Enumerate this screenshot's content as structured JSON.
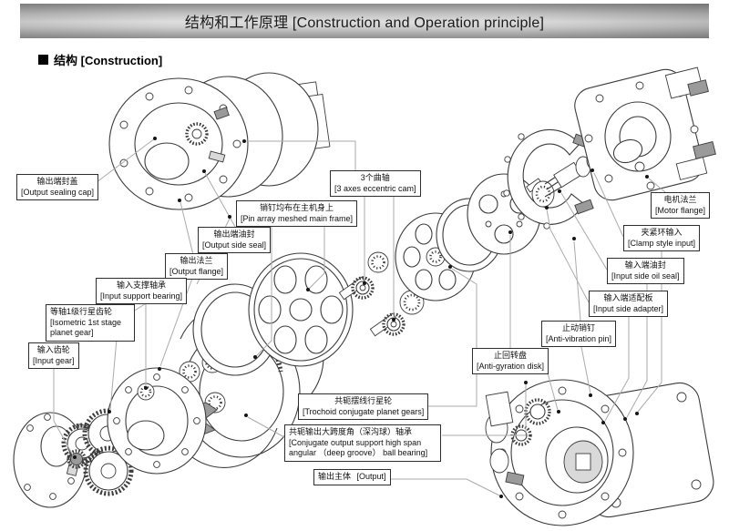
{
  "title_bar": {
    "text": "结构和工作原理 [Construction and Operation principle]"
  },
  "section_header": {
    "marker": "■",
    "text": "结构 [Construction]"
  },
  "colors": {
    "titlebar_text": "#1a1a1a",
    "drawing_line": "#3c3c3c",
    "leader_line": "#ababab",
    "label_border": "#2e2e2e",
    "label_bg": "#ffffff"
  },
  "diagram": {
    "labels": [
      {
        "id": "output-sealing-cap",
        "zh": "输出端封盖",
        "en": "[Output sealing cap]"
      },
      {
        "id": "pin-array-frame",
        "zh": "销钉均布在主机身上",
        "en": "[Pin array meshed main frame]"
      },
      {
        "id": "eccentric-cam",
        "zh": "3个曲轴",
        "en": "[3 axes eccentric cam]"
      },
      {
        "id": "output-side-seal",
        "zh": "输出端油封",
        "en": "[Output side seal]"
      },
      {
        "id": "output-flange",
        "zh": "输出法兰",
        "en": "[Output flange]"
      },
      {
        "id": "input-support-bearing",
        "zh": "输入支撑轴承",
        "en": "[Input support bearing]"
      },
      {
        "id": "isometric-planet-gear",
        "zh": "等轴1级行星齿轮",
        "en": "[Isometric 1st stage planet gear]"
      },
      {
        "id": "input-gear",
        "zh": "输入齿轮",
        "en": "[Input gear]"
      },
      {
        "id": "motor-flange",
        "zh": "电机法兰",
        "en": "[Motor flange]"
      },
      {
        "id": "clamp-style-input",
        "zh": "夹紧环输入",
        "en": "[Clamp style input]"
      },
      {
        "id": "input-side-oil-seal",
        "zh": "输入端油封",
        "en": "[Input side oil seal]"
      },
      {
        "id": "input-side-adapter",
        "zh": "输入端适配板",
        "en": "[Input side adapter]"
      },
      {
        "id": "anti-vibration-pin",
        "zh": "止动销钉",
        "en": "[Anti-vibration pin]"
      },
      {
        "id": "anti-gyration-disk",
        "zh": "止回转盘",
        "en": "[Anti-gyration disk]"
      },
      {
        "id": "trochoid-planet-gears",
        "zh": "共轭摆线行星轮",
        "en": "[Trochoid conjugate planet gears]"
      },
      {
        "id": "conjugate-bearing",
        "zh": "共轭输出大跨度角（深沟球）轴承",
        "en": "[Conjugate output support high span angular （deep groove） ball bearing]"
      },
      {
        "id": "output-body",
        "zh": "输出主体",
        "en": "[Output]"
      }
    ]
  }
}
